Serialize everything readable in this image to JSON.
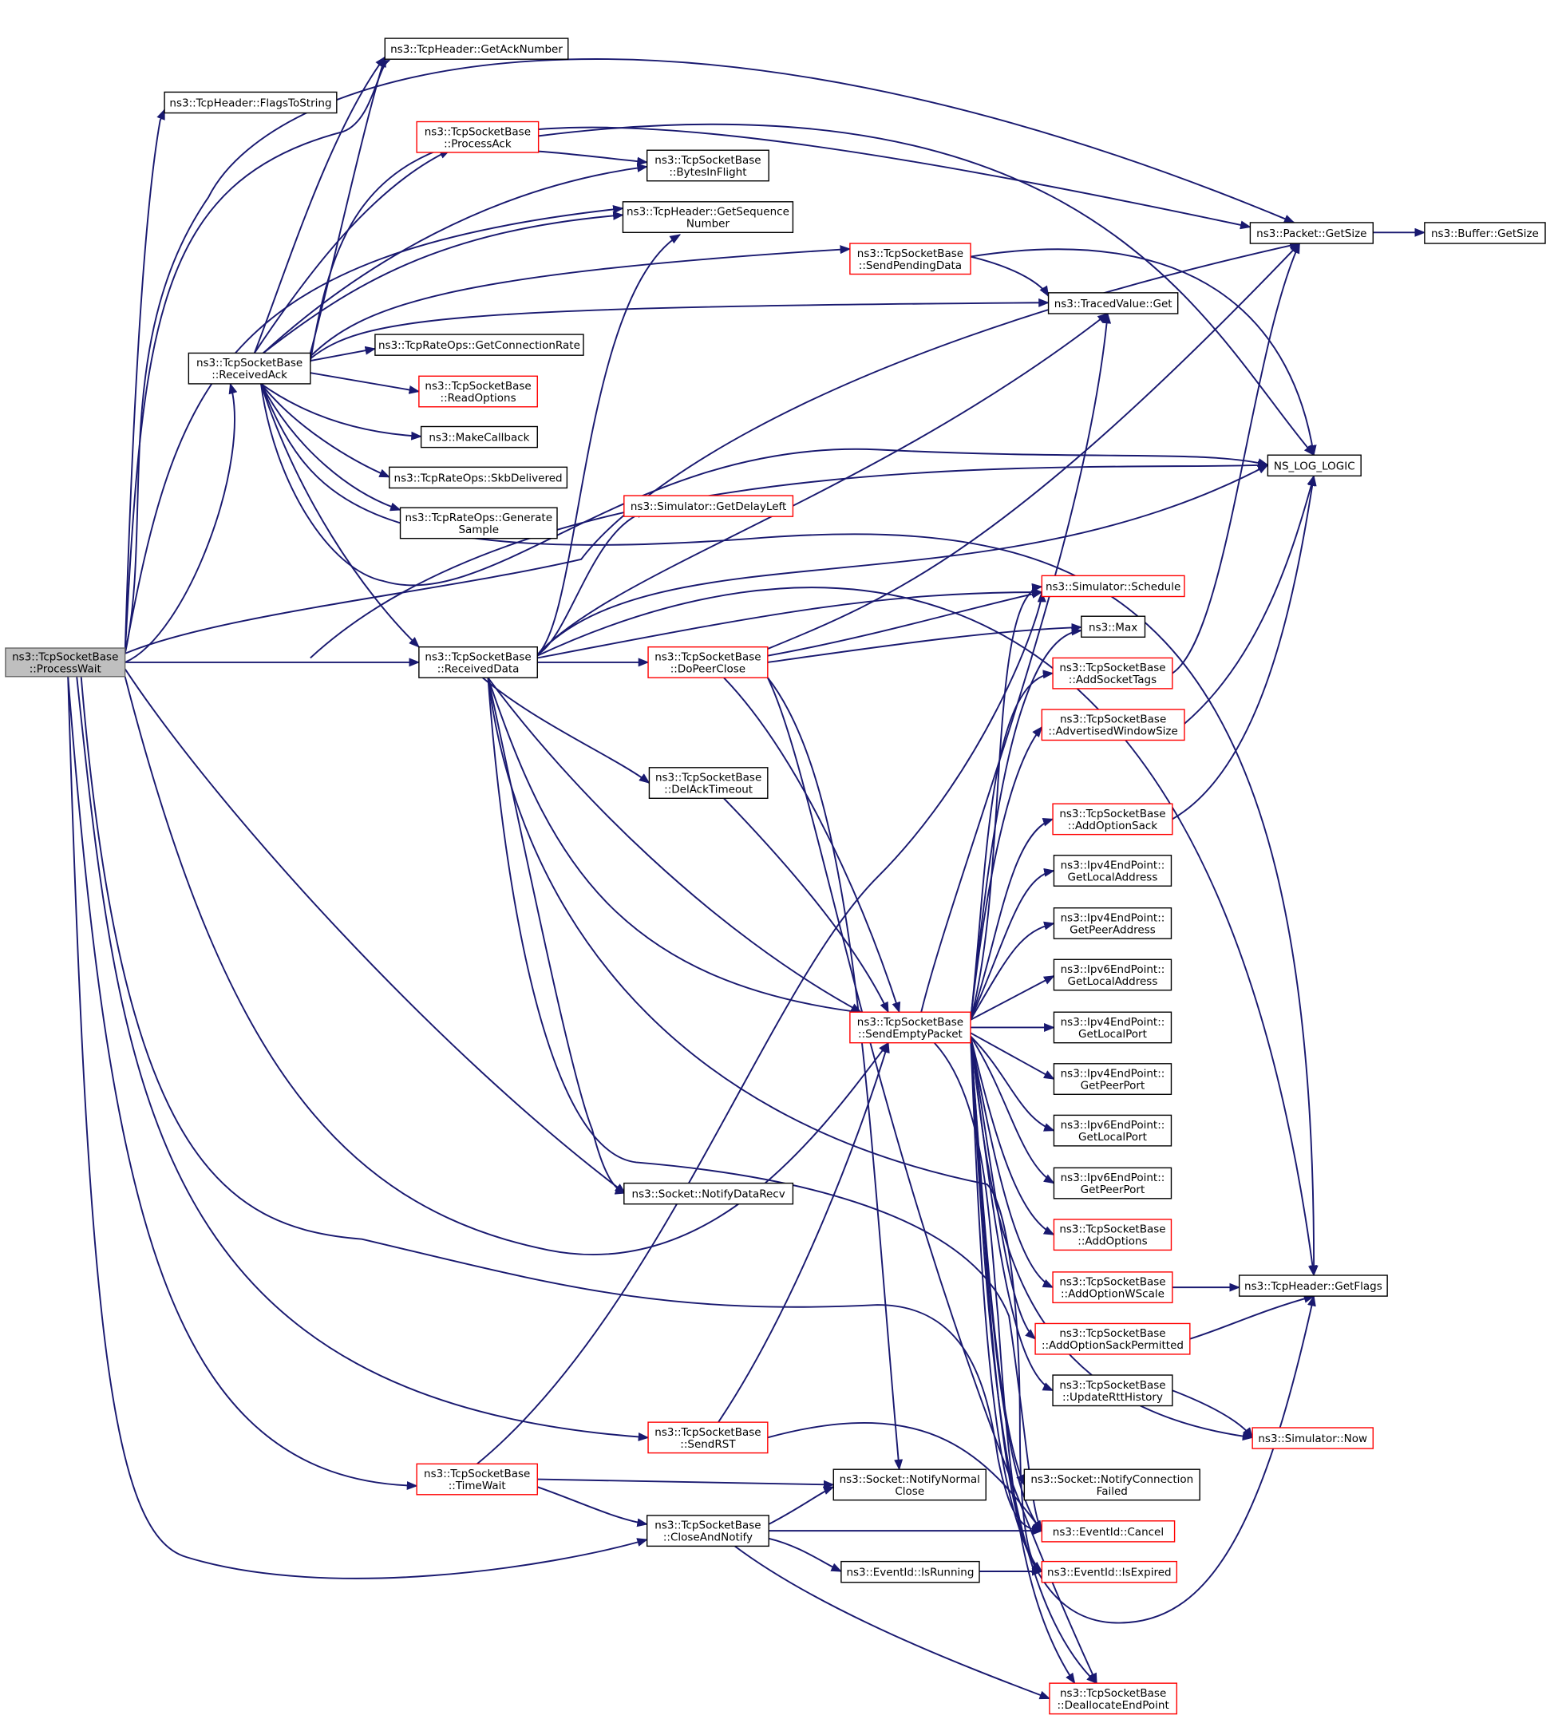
{
  "nodes": {
    "processWait": {
      "lines": [
        "ns3::TcpSocketBase",
        "::ProcessWait"
      ]
    },
    "getAckNumber": {
      "lines": [
        "ns3::TcpHeader::GetAckNumber"
      ]
    },
    "flagsToString": {
      "lines": [
        "ns3::TcpHeader::FlagsToString"
      ]
    },
    "processAck": {
      "lines": [
        "ns3::TcpSocketBase",
        "::ProcessAck"
      ]
    },
    "bytesInFlight": {
      "lines": [
        "ns3::TcpSocketBase",
        "::BytesInFlight"
      ]
    },
    "getSequenceNumber": {
      "lines": [
        "ns3::TcpHeader::GetSequence",
        "Number"
      ]
    },
    "packetGetSize": {
      "lines": [
        "ns3::Packet::GetSize"
      ]
    },
    "bufferGetSize": {
      "lines": [
        "ns3::Buffer::GetSize"
      ]
    },
    "sendPendingData": {
      "lines": [
        "ns3::TcpSocketBase",
        "::SendPendingData"
      ]
    },
    "tracedValueGet": {
      "lines": [
        "ns3::TracedValue::Get"
      ]
    },
    "receivedAck": {
      "lines": [
        "ns3::TcpSocketBase",
        "::ReceivedAck"
      ]
    },
    "getConnectionRate": {
      "lines": [
        "ns3::TcpRateOps::GetConnectionRate"
      ]
    },
    "readOptions": {
      "lines": [
        "ns3::TcpSocketBase",
        "::ReadOptions"
      ]
    },
    "makeCallback": {
      "lines": [
        "ns3::MakeCallback"
      ]
    },
    "skbDelivered": {
      "lines": [
        "ns3::TcpRateOps::SkbDelivered"
      ]
    },
    "generateSample": {
      "lines": [
        "ns3::TcpRateOps::Generate",
        "Sample"
      ]
    },
    "nsLogLogic": {
      "lines": [
        "NS_LOG_LOGIC"
      ]
    },
    "getDelayLeft": {
      "lines": [
        "ns3::Simulator::GetDelayLeft"
      ]
    },
    "schedule": {
      "lines": [
        "ns3::Simulator::Schedule"
      ]
    },
    "max": {
      "lines": [
        "ns3::Max"
      ]
    },
    "receivedData": {
      "lines": [
        "ns3::TcpSocketBase",
        "::ReceivedData"
      ]
    },
    "doPeerClose": {
      "lines": [
        "ns3::TcpSocketBase",
        "::DoPeerClose"
      ]
    },
    "addSocketTags": {
      "lines": [
        "ns3::TcpSocketBase",
        "::AddSocketTags"
      ]
    },
    "advertisedWindowSize": {
      "lines": [
        "ns3::TcpSocketBase",
        "::AdvertisedWindowSize"
      ]
    },
    "delAckTimeout": {
      "lines": [
        "ns3::TcpSocketBase",
        "::DelAckTimeout"
      ]
    },
    "addOptionSack": {
      "lines": [
        "ns3::TcpSocketBase",
        "::AddOptionSack"
      ]
    },
    "ipv4GetLocalAddress": {
      "lines": [
        "ns3::Ipv4EndPoint::",
        "GetLocalAddress"
      ]
    },
    "ipv4GetPeerAddress": {
      "lines": [
        "ns3::Ipv4EndPoint::",
        "GetPeerAddress"
      ]
    },
    "ipv6GetLocalAddress": {
      "lines": [
        "ns3::Ipv6EndPoint::",
        "GetLocalAddress"
      ]
    },
    "sendEmptyPacket": {
      "lines": [
        "ns3::TcpSocketBase",
        "::SendEmptyPacket"
      ]
    },
    "ipv4GetLocalPort": {
      "lines": [
        "ns3::Ipv4EndPoint::",
        "GetLocalPort"
      ]
    },
    "ipv4GetPeerPort": {
      "lines": [
        "ns3::Ipv4EndPoint::",
        "GetPeerPort"
      ]
    },
    "ipv6GetLocalPort": {
      "lines": [
        "ns3::Ipv6EndPoint::",
        "GetLocalPort"
      ]
    },
    "ipv6GetPeerPort": {
      "lines": [
        "ns3::Ipv6EndPoint::",
        "GetPeerPort"
      ]
    },
    "notifyDataRecv": {
      "lines": [
        "ns3::Socket::NotifyDataRecv"
      ]
    },
    "addOptions": {
      "lines": [
        "ns3::TcpSocketBase",
        "::AddOptions"
      ]
    },
    "addOptionWScale": {
      "lines": [
        "ns3::TcpSocketBase",
        "::AddOptionWScale"
      ]
    },
    "getFlags": {
      "lines": [
        "ns3::TcpHeader::GetFlags"
      ]
    },
    "addOptionSackPermitted": {
      "lines": [
        "ns3::TcpSocketBase",
        "::AddOptionSackPermitted"
      ]
    },
    "updateRttHistory": {
      "lines": [
        "ns3::TcpSocketBase",
        "::UpdateRttHistory"
      ]
    },
    "sendRST": {
      "lines": [
        "ns3::TcpSocketBase",
        "::SendRST"
      ]
    },
    "simulatorNow": {
      "lines": [
        "ns3::Simulator::Now"
      ]
    },
    "timeWait": {
      "lines": [
        "ns3::TcpSocketBase",
        "::TimeWait"
      ]
    },
    "notifyNormalClose": {
      "lines": [
        "ns3::Socket::NotifyNormal",
        "Close"
      ]
    },
    "notifyConnectionFailed": {
      "lines": [
        "ns3::Socket::NotifyConnection",
        "Failed"
      ]
    },
    "closeAndNotify": {
      "lines": [
        "ns3::TcpSocketBase",
        "::CloseAndNotify"
      ]
    },
    "eventIdCancel": {
      "lines": [
        "ns3::EventId::Cancel"
      ]
    },
    "eventIdIsRunning": {
      "lines": [
        "ns3::EventId::IsRunning"
      ]
    },
    "eventIdIsExpired": {
      "lines": [
        "ns3::EventId::IsExpired"
      ]
    },
    "deallocateEndPoint": {
      "lines": [
        "ns3::TcpSocketBase",
        "::DeallocateEndPoint"
      ]
    }
  },
  "colors": {
    "edge": "#191970",
    "root_fill": "#bfbfbf",
    "root_border": "#666666",
    "node_border": "#000000",
    "highlight_border": "#ff0000"
  }
}
